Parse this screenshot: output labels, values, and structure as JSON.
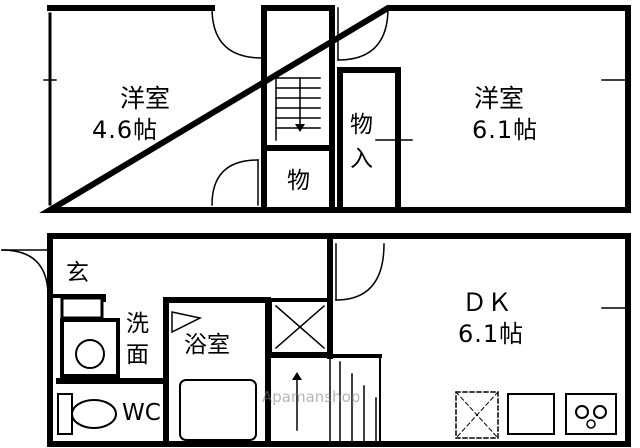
{
  "rooms": {
    "western_left": {
      "name": "洋室",
      "size": "4.6帖"
    },
    "western_right": {
      "name": "洋室",
      "size": "6.1帖"
    },
    "dk": {
      "name": "ＤＫ",
      "size": "6.1帖"
    }
  },
  "labels": {
    "closet_upper": "物",
    "closet_upper_2": "入",
    "closet_small": "物",
    "entrance": "玄",
    "washroom_1": "洗",
    "washroom_2": "面",
    "bathroom": "浴室",
    "toilet": "WC"
  },
  "watermark": "Apamanshop"
}
